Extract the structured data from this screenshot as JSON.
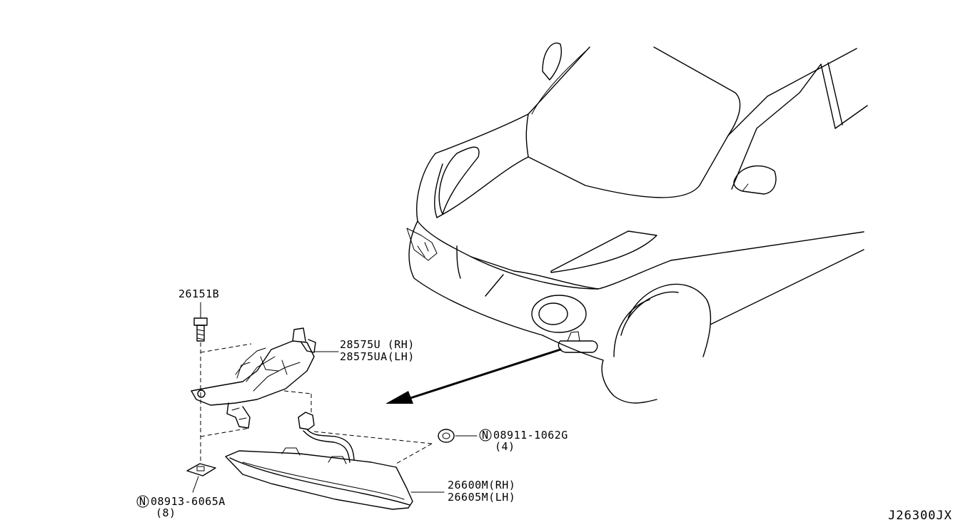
{
  "diagram_code": "J26300JX",
  "callouts": {
    "bolt": {
      "part": "26151B"
    },
    "bracket": {
      "part_rh": "28575U (RH)",
      "part_lh": "28575UA(LH)"
    },
    "nut": {
      "marker": "N",
      "part": "08911-1062G",
      "qty": "(4)"
    },
    "clip": {
      "marker": "N",
      "part": "08913-6065A",
      "qty": "(8)"
    },
    "lamp": {
      "part_rh": "26600M(RH)",
      "part_lh": "26605M(LH)"
    }
  }
}
